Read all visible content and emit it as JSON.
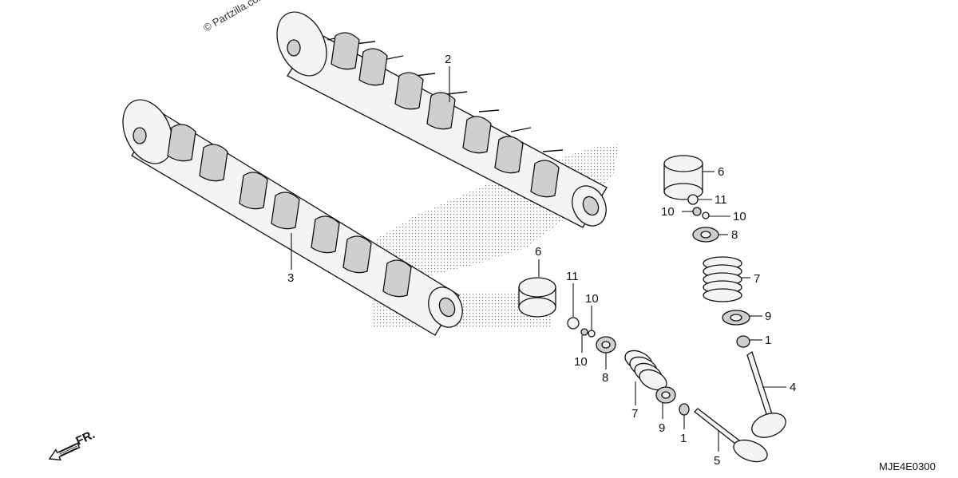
{
  "watermark": "© Partzilla.com",
  "diagram_code": "MJE4E0300",
  "front_indicator": "FR.",
  "callouts": {
    "c1": "1",
    "c1b": "1",
    "c2": "2",
    "c3": "3",
    "c4": "4",
    "c5": "5",
    "c6": "6",
    "c6b": "6",
    "c7": "7",
    "c7b": "7",
    "c8": "8",
    "c8b": "8",
    "c9": "9",
    "c9b": "9",
    "c10a": "10",
    "c10b": "10",
    "c10c": "10",
    "c10d": "10",
    "c11": "11",
    "c11b": "11"
  },
  "parts": [
    {
      "ref": "1",
      "label": "valve stem seal"
    },
    {
      "ref": "2",
      "label": "camshaft"
    },
    {
      "ref": "3",
      "label": "camshaft"
    },
    {
      "ref": "4",
      "label": "valve"
    },
    {
      "ref": "5",
      "label": "valve"
    },
    {
      "ref": "6",
      "label": "valve lifter"
    },
    {
      "ref": "7",
      "label": "valve spring"
    },
    {
      "ref": "8",
      "label": "spring retainer"
    },
    {
      "ref": "9",
      "label": "spring seat"
    },
    {
      "ref": "10",
      "label": "valve cotter"
    },
    {
      "ref": "11",
      "label": "shim"
    }
  ]
}
